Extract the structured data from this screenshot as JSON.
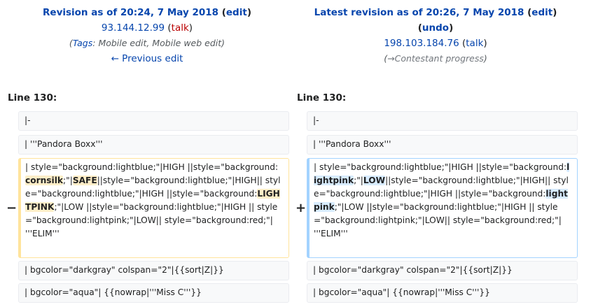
{
  "left_header": {
    "title_prefix": "Revision as of 20:24, 7 May 2018",
    "edit_label": "edit",
    "user": "93.144.12.99",
    "talk_label": "talk",
    "tags_label": "Tags",
    "tags_value": "Mobile edit, Mobile web edit",
    "previous_edit": "← Previous edit"
  },
  "right_header": {
    "title_prefix": "Latest revision as of 20:26, 7 May 2018",
    "edit_label": "edit",
    "undo_label": "undo",
    "user": "198.103.184.76",
    "talk_label": "talk",
    "summary_arrow": "→",
    "summary": "Contestant progress"
  },
  "line_label": "Line 130:",
  "context_rows": [
    "|-",
    "| '''Pandora Boxx'''",
    "| bgcolor=\"darkgray\" colspan=\"2\"|{{sort|Z|}}",
    "| bgcolor=\"aqua\"| {{nowrap|'''Miss C'''}}"
  ],
  "deleted": {
    "marker": "−",
    "parts": [
      "| style=\"background:lightblue;\"|HIGH ||style=\"background:",
      "cornsilk",
      ";\"|",
      "SAFE",
      "||style=\"background:lightblue;\"|HIGH|| style=\"background:lightblue;\"|HIGH ||style=\"background:",
      "LIGHTPINK",
      ";\"|LOW ||style=\"background:lightblue;\"|HIGH || style=\"background:lightpink;\"|LOW|| style=\"background:red;\"| '''ELIM'''"
    ]
  },
  "inserted": {
    "marker": "+",
    "parts": [
      "| style=\"background:lightblue;\"|HIGH ||style=\"background:",
      "lightpink",
      ";\"|",
      "LOW",
      "||style=\"background:lightblue;\"|HIGH|| style=\"background:lightblue;\"|HIGH ||style=\"background:",
      "lightpink",
      ";\"|LOW ||style=\"background:lightblue;\"|HIGH || style=\"background:lightpink;\"|LOW|| style=\"background:red;\"| '''ELIM'''"
    ]
  },
  "colors": {
    "link": "#0645ad",
    "deleted_border": "#ffe49c",
    "deleted_highlight": "#feeec8",
    "inserted_border": "#a3d3ff",
    "inserted_highlight": "#d8ecff",
    "context_bg": "#f8f9fa"
  }
}
